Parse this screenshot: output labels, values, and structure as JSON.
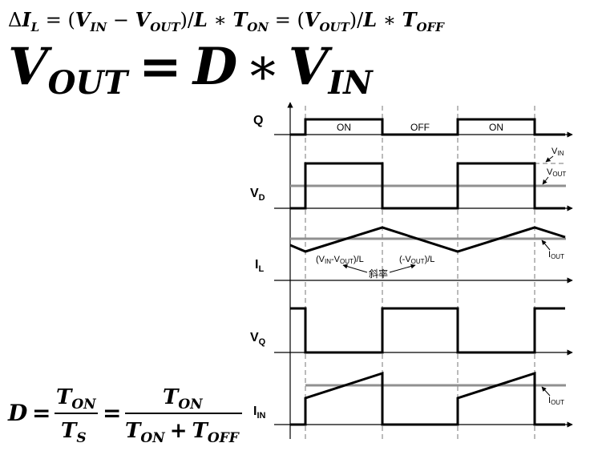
{
  "equations": {
    "delta_il": {
      "pre": "Δ",
      "I": "I",
      "L_sub": "L",
      "eq1": " = (",
      "V1": "V",
      "IN1": "IN",
      "minus": " − ",
      "V2": "V",
      "OUT1": "OUT",
      "mid": ")/",
      "L1": "L",
      "times1": " ∗ ",
      "T1": "T",
      "ON1": "ON",
      "eq2": " = (",
      "V3": "V",
      "OUT2": "OUT",
      "mid2": ")/",
      "L2": "L",
      "times2": " ∗ ",
      "T2": "T",
      "OFF1": "OFF"
    },
    "vout": {
      "V": "V",
      "OUT": "OUT",
      "eq": "=",
      "D": "D",
      "times": "∗",
      "V2": "V",
      "IN": "IN"
    },
    "duty": {
      "D": "D",
      "eq1": "=",
      "num1_T": "T",
      "num1_sub": "ON",
      "den1_T": "T",
      "den1_sub": "S",
      "eq2": "=",
      "num2_T": "T",
      "num2_sub": "ON",
      "den2_a_T": "T",
      "den2_a_sub": "ON",
      "plus": "+",
      "den2_b_T": "T",
      "den2_b_sub": "OFF"
    }
  },
  "waveforms": {
    "q": {
      "label": "Q",
      "on1": "ON",
      "off": "OFF",
      "on2": "ON"
    },
    "vd": {
      "label": "V",
      "sub": "D",
      "vin": "V",
      "vin_sub": "IN",
      "vout": "V",
      "vout_sub": "OUT"
    },
    "il": {
      "label": "I",
      "sub": "L",
      "slope_up_a": "(V",
      "slope_up_sub_in": "IN",
      "slope_up_b": "-V",
      "slope_up_sub_out": "OUT",
      "slope_up_c": ")/L",
      "slope_down_a": "(-V",
      "slope_down_sub_out": "OUT",
      "slope_down_c": ")/L",
      "slope_word": "斜率",
      "iout": "I",
      "iout_sub": "OUT"
    },
    "vq": {
      "label": "V",
      "sub": "Q"
    },
    "iin": {
      "label": "I",
      "sub": "IN",
      "iout": "I",
      "iout_sub": "OUT"
    }
  }
}
